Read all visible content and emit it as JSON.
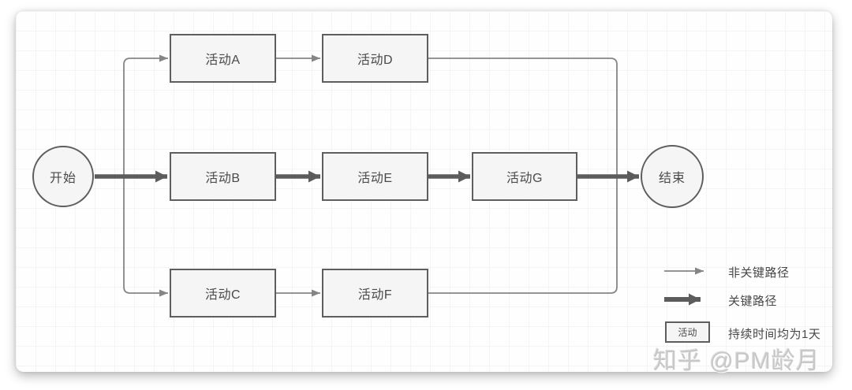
{
  "diagram": {
    "title_hint": "critical-path activity network",
    "nodes": {
      "start": {
        "label": "开始",
        "shape": "circle"
      },
      "a": {
        "label": "活动A",
        "shape": "box"
      },
      "b": {
        "label": "活动B",
        "shape": "box"
      },
      "c": {
        "label": "活动C",
        "shape": "box"
      },
      "d": {
        "label": "活动D",
        "shape": "box"
      },
      "e": {
        "label": "活动E",
        "shape": "box"
      },
      "f": {
        "label": "活动F",
        "shape": "box"
      },
      "g": {
        "label": "活动G",
        "shape": "box"
      },
      "end": {
        "label": "结束",
        "shape": "circle"
      }
    },
    "edges": [
      {
        "from": "开始",
        "to": "活动A",
        "type": "noncritical"
      },
      {
        "from": "开始",
        "to": "活动B",
        "type": "critical"
      },
      {
        "from": "开始",
        "to": "活动C",
        "type": "noncritical"
      },
      {
        "from": "活动A",
        "to": "活动D",
        "type": "noncritical"
      },
      {
        "from": "活动B",
        "to": "活动E",
        "type": "critical"
      },
      {
        "from": "活动C",
        "to": "活动F",
        "type": "noncritical"
      },
      {
        "from": "活动D",
        "to": "结束",
        "type": "noncritical"
      },
      {
        "from": "活动E",
        "to": "活动G",
        "type": "critical"
      },
      {
        "from": "活动F",
        "to": "结束",
        "type": "noncritical"
      },
      {
        "from": "活动G",
        "to": "结束",
        "type": "critical"
      }
    ],
    "legend": {
      "noncritical_label": "非关键路径",
      "critical_label": "关键路径",
      "activity_box_label": "活动",
      "duration_note": "持续时间均为1天"
    },
    "watermark": "知乎 @PM龄月",
    "colors": {
      "node_fill": "#f5f5f5",
      "node_border": "#5e5e5e",
      "critical_path": "#5c5c5c",
      "noncritical_path": "#858585",
      "grid_minor": "#f4f4f4",
      "grid_major": "#e9e9e9",
      "watermark": "#c8c8c8"
    }
  }
}
